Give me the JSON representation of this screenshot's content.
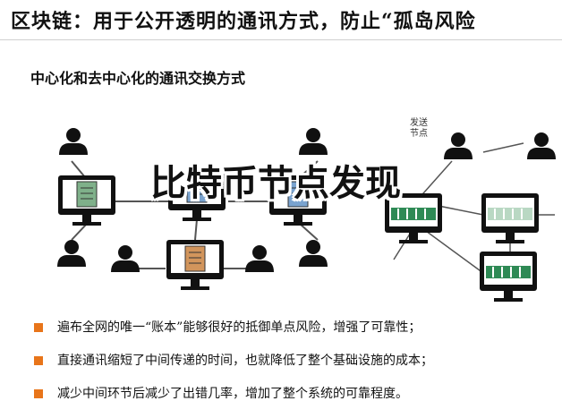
{
  "title": "区块链：用于公开透明的通讯方式，防止“孤岛风险",
  "subtitle": "中心化和去中心化的通讯交换方式",
  "overlay_text": "比特币节点发现",
  "send_label": [
    "发送",
    "节点"
  ],
  "bullets": [
    "遍布全网的唯一“账本”能够很好的抵御单点风险，增强了可靠性；",
    "直接通讯缩短了中间传递的时间，也就降低了整个基础设施的成本；",
    "减少中间环节后减少了出错几率，增加了整个系统的可靠程度。"
  ],
  "colors": {
    "bullet": "#e8751a",
    "doc_green": "#7fb08a",
    "doc_blue": "#7aa3cf",
    "doc_orange": "#d2955c",
    "screen_green": "#2e8a55",
    "line": "#555555"
  },
  "icons": [
    "person-icon",
    "computer-icon",
    "document-icon",
    "server-icon"
  ]
}
